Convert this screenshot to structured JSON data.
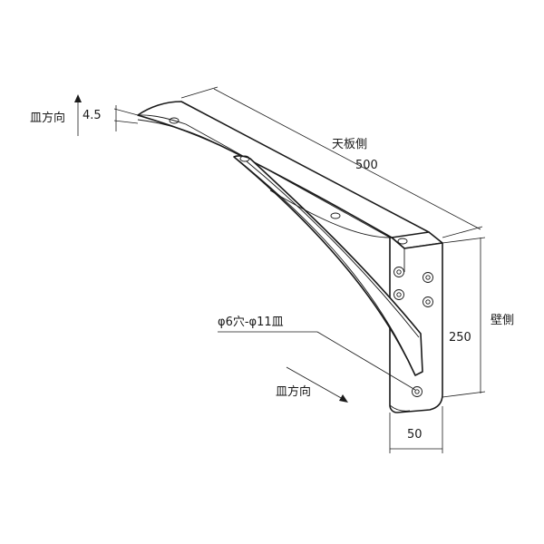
{
  "labels": {
    "top_side": "天板側",
    "length": "500",
    "wall_side": "壁側",
    "height": "250",
    "width": "50",
    "hole_spec": "φ6穴-φ11皿",
    "countersink_dir_top": "皿方向",
    "countersink_dir_bottom": "皿方向",
    "thickness": "4.5"
  },
  "colors": {
    "stroke": "#1a1a1a",
    "fill": "#ffffff"
  }
}
